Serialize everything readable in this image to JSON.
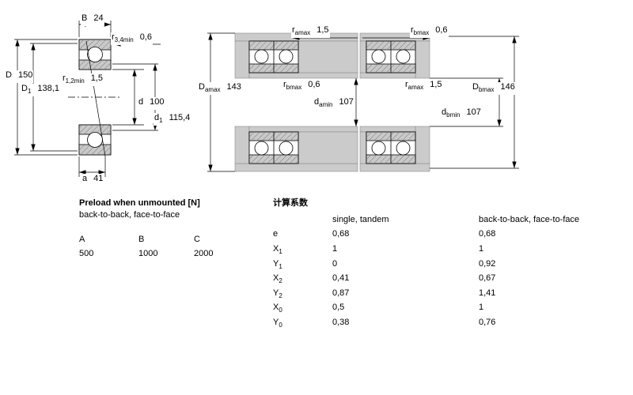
{
  "dims": [
    {
      "base": "B",
      "sub": "",
      "value": "24"
    },
    {
      "base": "r",
      "sub": "3,4min",
      "value": "0,6"
    },
    {
      "base": "D",
      "sub": "",
      "value": "150"
    },
    {
      "base": "D",
      "sub": "1",
      "value": "138,1"
    },
    {
      "base": "r",
      "sub": "1,2min",
      "value": "1,5"
    },
    {
      "base": "d",
      "sub": "",
      "value": "100"
    },
    {
      "base": "d",
      "sub": "1",
      "value": "115,4"
    },
    {
      "base": "a",
      "sub": "",
      "value": "41"
    },
    {
      "base": "r",
      "sub": "amax",
      "value": "1,5"
    },
    {
      "base": "D",
      "sub": "amax",
      "value": "143"
    },
    {
      "base": "r",
      "sub": "bmax",
      "value": "0,6"
    },
    {
      "base": "d",
      "sub": "amin",
      "value": "107"
    },
    {
      "base": "r",
      "sub": "bmax",
      "value": "0,6"
    },
    {
      "base": "r",
      "sub": "amax",
      "value": "1,5"
    },
    {
      "base": "D",
      "sub": "bmax",
      "value": "146"
    },
    {
      "base": "d",
      "sub": "bmin",
      "value": "107"
    }
  ],
  "preload": {
    "title": "Preload when unmounted [N]",
    "subtitle": "back-to-back, face-to-face",
    "columns": [
      "A",
      "B",
      "C"
    ],
    "values": [
      "500",
      "1000",
      "2000"
    ]
  },
  "factors": {
    "title": "计算系数",
    "col1_header": "single, tandem",
    "col2_header": "back-to-back, face-to-face",
    "rows": [
      {
        "base": "e",
        "sub": "",
        "v1": "0,68",
        "v2": "0,68"
      },
      {
        "base": "X",
        "sub": "1",
        "v1": "1",
        "v2": "1"
      },
      {
        "base": "Y",
        "sub": "1",
        "v1": "0",
        "v2": "0,92"
      },
      {
        "base": "X",
        "sub": "2",
        "v1": "0,41",
        "v2": "0,67"
      },
      {
        "base": "Y",
        "sub": "2",
        "v1": "0,87",
        "v2": "1,41"
      },
      {
        "base": "X",
        "sub": "0",
        "v1": "0,5",
        "v2": "1"
      },
      {
        "base": "Y",
        "sub": "0",
        "v1": "0,38",
        "v2": "0,76"
      }
    ]
  }
}
